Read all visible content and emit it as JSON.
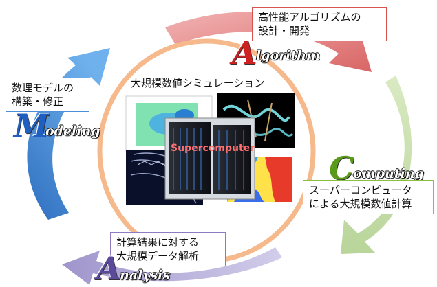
{
  "center_title": "大規模数値シミュレーション",
  "supercomputer_label": "Supercomputer",
  "algorithm": {
    "lines": [
      "高性能アルゴリズムの",
      "設計・開発"
    ],
    "initial": "A",
    "rest": "lgorithm",
    "color": "#cc2222"
  },
  "modeling": {
    "lines": [
      "数理モデルの",
      "構築・修正"
    ],
    "initial": "M",
    "rest": "odeling",
    "color": "#1f5fbf"
  },
  "computing": {
    "lines": [
      "スーパーコンピュータ",
      "による大規模数値計算"
    ],
    "initial": "C",
    "rest": "omputing",
    "color": "#5a9a1a"
  },
  "analysis": {
    "lines": [
      "計算結果に対する",
      "大規模データ解析"
    ],
    "initial": "A",
    "rest": "nalysis",
    "color": "#5b4a9a"
  },
  "colors": {
    "ring": "#f5b98c",
    "arrow_algorithm": "#e07a7a",
    "arrow_modeling": "#3f86d1",
    "arrow_computing": "#c8dfa8",
    "arrow_analysis": "#b8afd9"
  }
}
